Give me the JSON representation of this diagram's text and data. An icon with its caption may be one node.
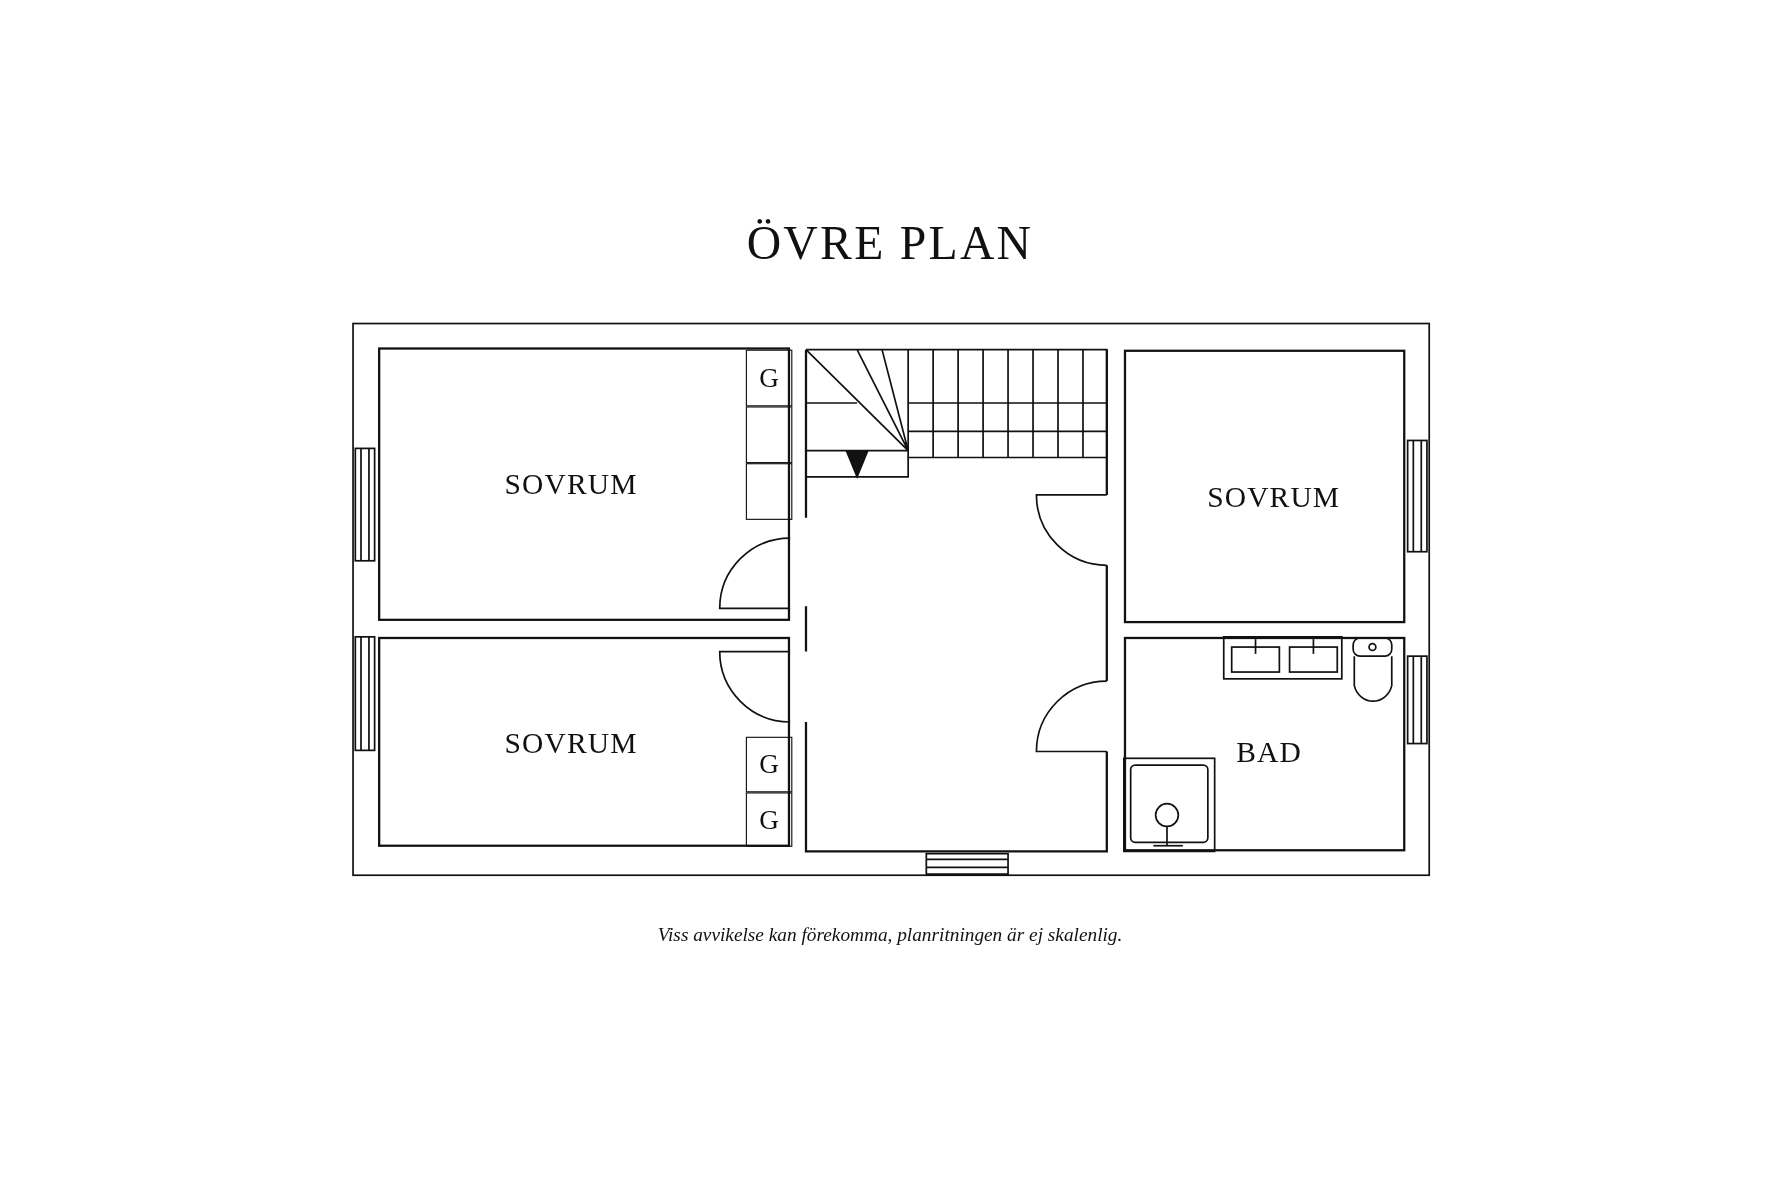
{
  "diagram": {
    "title": "ÖVRE PLAN",
    "caption": "Viss avvikelse kan förekomma, planritningen är ej skalenlig.",
    "nodes": [
      {
        "text": [
          "SOVRUM"
        ]
      },
      {
        "text": [
          "G"
        ],
        "in": 0
      },
      {
        "text": [
          "SOVRUM"
        ]
      },
      {
        "text": [
          "SOVRUM"
        ]
      },
      {
        "text": [
          "G"
        ],
        "in": 3
      },
      {
        "text": [
          "G"
        ],
        "in": 3
      },
      {
        "text": [
          "BAD"
        ]
      }
    ]
  }
}
